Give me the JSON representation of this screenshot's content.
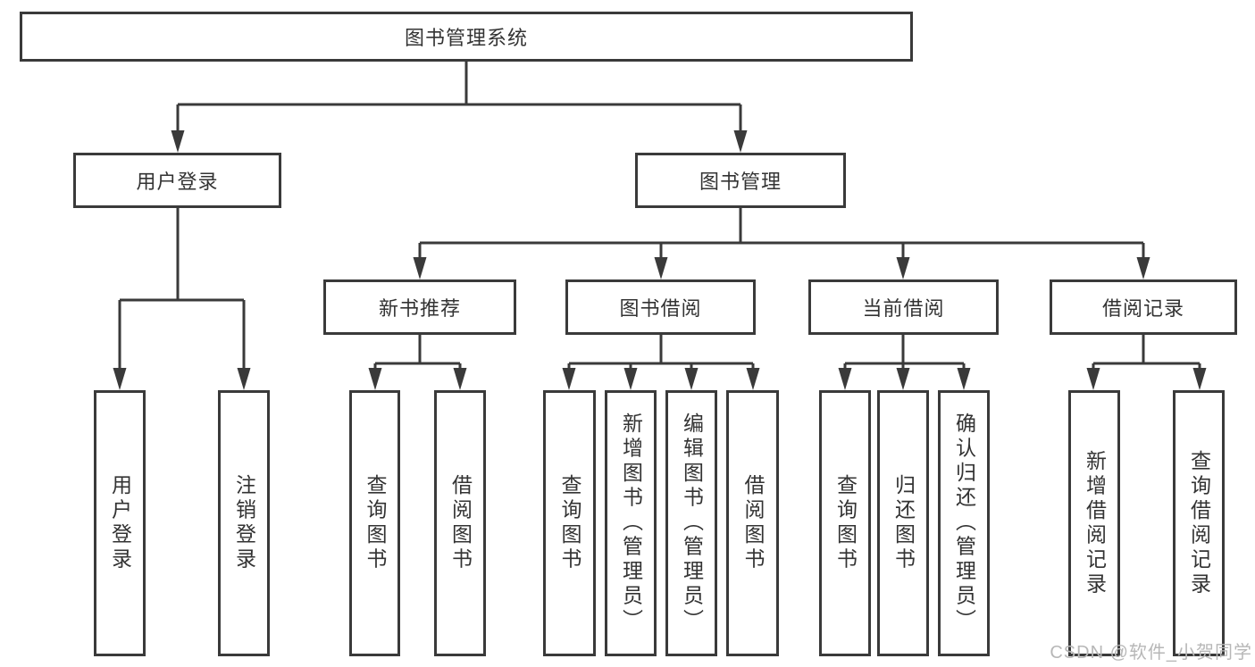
{
  "diagram": {
    "title": "图书管理系统",
    "root": {
      "label": "图书管理系统"
    },
    "level2": [
      {
        "id": "user-login",
        "label": "用户登录"
      },
      {
        "id": "book-management",
        "label": "图书管理"
      }
    ],
    "level3": [
      {
        "id": "new-book-recommend",
        "label": "新书推荐",
        "parent": "book-management"
      },
      {
        "id": "book-borrow",
        "label": "图书借阅",
        "parent": "book-management"
      },
      {
        "id": "current-borrow",
        "label": "当前借阅",
        "parent": "book-management"
      },
      {
        "id": "borrow-record",
        "label": "借阅记录",
        "parent": "book-management"
      }
    ],
    "leaves": [
      {
        "label": "用户登录",
        "parent": "user-login"
      },
      {
        "label": "注销登录",
        "parent": "user-login"
      },
      {
        "label": "查询图书",
        "parent": "new-book-recommend"
      },
      {
        "label": "借阅图书",
        "parent": "new-book-recommend"
      },
      {
        "label": "查询图书",
        "parent": "book-borrow"
      },
      {
        "label": "新增图书（管理员）",
        "parent": "book-borrow"
      },
      {
        "label": "编辑图书（管理员）",
        "parent": "book-borrow"
      },
      {
        "label": "借阅图书",
        "parent": "book-borrow"
      },
      {
        "label": "查询图书",
        "parent": "current-borrow"
      },
      {
        "label": "归还图书",
        "parent": "current-borrow"
      },
      {
        "label": "确认归还（管理员）",
        "parent": "current-borrow"
      },
      {
        "label": "新增借阅记录",
        "parent": "borrow-record"
      },
      {
        "label": "查询借阅记录",
        "parent": "borrow-record"
      }
    ],
    "colors": {
      "line": "#3a3a3a",
      "text": "#333333",
      "background": "#ffffff",
      "watermark": "#b7b7b7"
    },
    "watermark": "CSDN @软件_小贺同学"
  }
}
